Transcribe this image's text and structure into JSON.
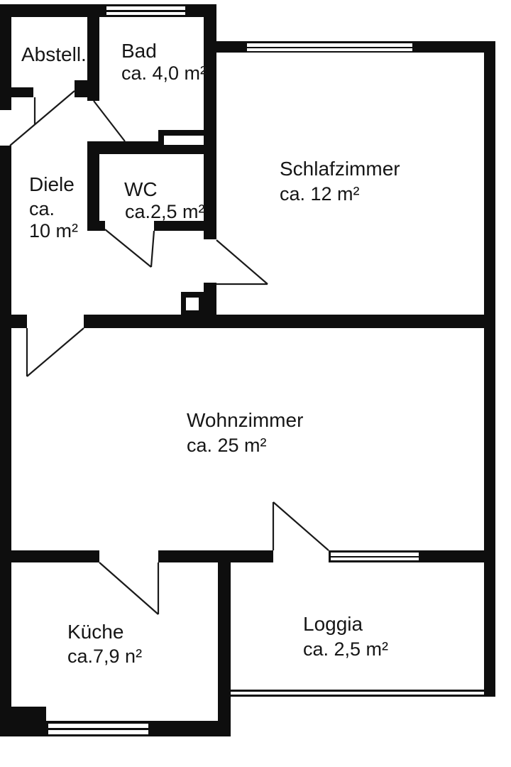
{
  "plan": {
    "type": "apartment-floor-plan",
    "colors": {
      "wall": "#0e0e0e",
      "floor": "#ffffff"
    }
  },
  "rooms": {
    "abstell": {
      "name": "Abstell."
    },
    "bad": {
      "name": "Bad",
      "area": "ca. 4,0 m²"
    },
    "schlafzimmer": {
      "name": "Schlafzimmer",
      "area": "ca. 12 m²"
    },
    "diele": {
      "name": "Diele",
      "area_line1": "ca.",
      "area_line2": "10 m²"
    },
    "wc": {
      "name": "WC",
      "area": "ca.2,5 m²"
    },
    "wohnzimmer": {
      "name": "Wohnzimmer",
      "area": "ca. 25 m²"
    },
    "kueche": {
      "name": "Küche",
      "area": "ca.7,9 n²"
    },
    "loggia": {
      "name": "Loggia",
      "area": "ca. 2,5 m²"
    }
  }
}
